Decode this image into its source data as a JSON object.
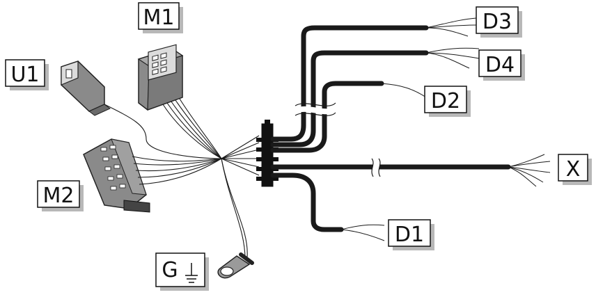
{
  "labels": {
    "m1": "M1",
    "u1": "U1",
    "m2": "M2",
    "g": "G",
    "d1": "D1",
    "d2": "D2",
    "d3": "D3",
    "d4": "D4",
    "x": "X"
  },
  "icons": {
    "ground": "ground-symbol-icon"
  },
  "colors": {
    "cable": "#1a1a1a",
    "connector_body": "#8a8a8a",
    "label_shadow": "#b8b8b8",
    "label_border": "#111111"
  }
}
